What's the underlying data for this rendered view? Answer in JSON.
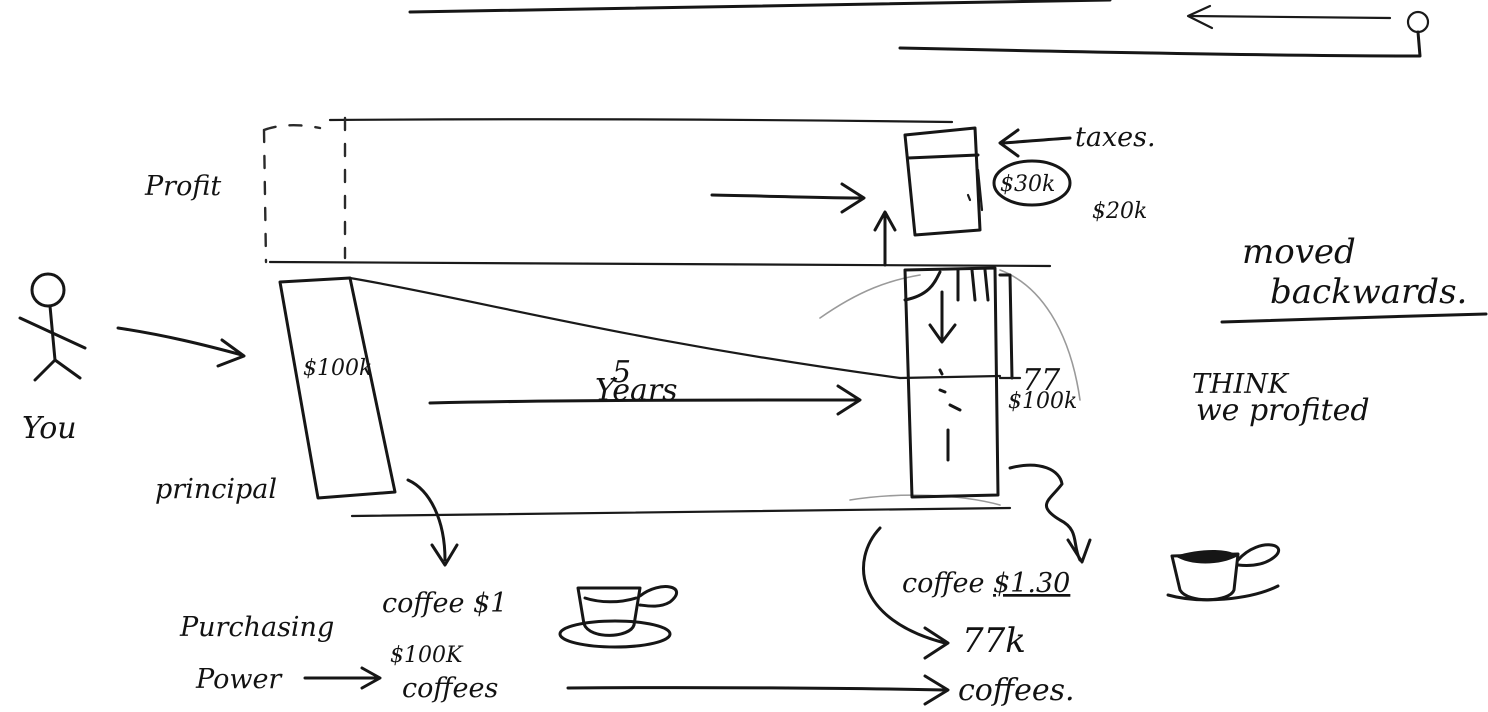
{
  "labels": {
    "profit": "Profit",
    "you": "You",
    "principal": "principal",
    "start_amount": "$100k",
    "duration_number": "5",
    "duration_unit": "Years",
    "taxes": "taxes.",
    "thirty_k": "$30k",
    "twenty_k": "$20k",
    "seventy_seven": "77",
    "hundred_k_right": "$100k",
    "moved": "moved",
    "backwards": "backwards.",
    "think": "THINK",
    "we_profited": "we profited",
    "coffee_left": "coffee $1",
    "purchasing": "Purchasing",
    "power": "Power",
    "hundred_k_coffees": "$100K",
    "coffees_left": "coffees",
    "coffee_right_prefix": "coffee ",
    "coffee_right_price": "$1.30",
    "seventy_seven_k": "77k",
    "coffees_right": "coffees."
  },
  "icons": [
    "stick-figure-icon",
    "coffee-cup-icon",
    "coffee-cup-icon"
  ],
  "colors": {
    "ink": "#161616",
    "paper": "#ffffff"
  }
}
